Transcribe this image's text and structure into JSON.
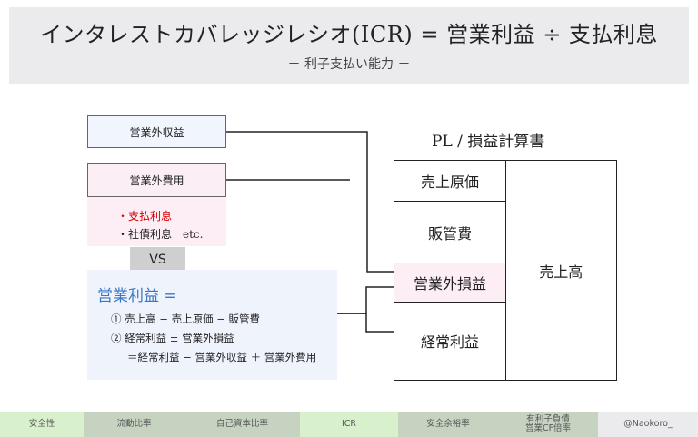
{
  "title": {
    "main": "インタレストカバレッジレシオ(ICR) = 営業利益 ÷ 支払利息",
    "sub": "－ 利子支払い能力 －"
  },
  "left": {
    "non_op_income": "営業外収益",
    "non_op_expense": "営業外費用",
    "expense_items": [
      "・支払利息",
      "・社債利息　etc."
    ],
    "vs": "VS",
    "op_profit_heading": "営業利益 =",
    "formula_lines": [
      "① 売上高 − 売上原価 − 販管費",
      "② 経常利益 ± 営業外損益",
      "＝経常利益 − 営業外収益 ＋ 営業外費用"
    ]
  },
  "pl": {
    "title": "PL / 損益計算書",
    "rows": [
      "売上原価",
      "販管費",
      "営業外損益",
      "経常利益"
    ],
    "revenue": "売上高"
  },
  "nav": {
    "items": [
      {
        "label": "安全性",
        "color": "#d9f0cc"
      },
      {
        "label": "流動比率",
        "color": "#c5d3c0"
      },
      {
        "label": "自己資本比率",
        "color": "#c5d3c0"
      },
      {
        "label": "ICR",
        "color": "#d9f0cc"
      },
      {
        "label": "安全余裕率",
        "color": "#c5d3c0"
      },
      {
        "label": "有利子負債\n営業CF倍率",
        "color": "#c5d3c0"
      },
      {
        "label": "@Naokoro_",
        "color": "#ebebed"
      }
    ]
  }
}
